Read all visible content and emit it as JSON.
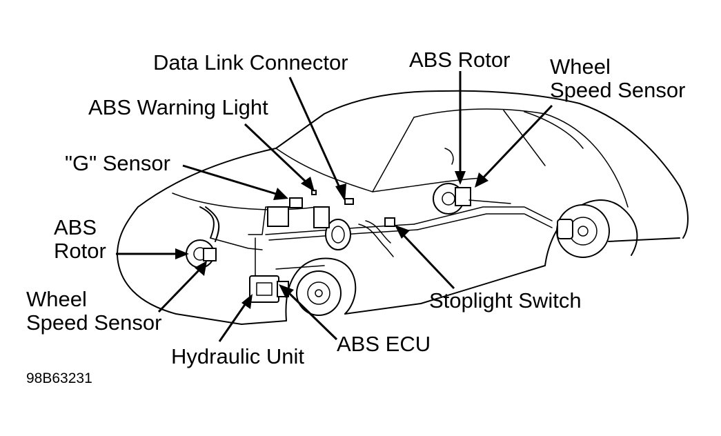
{
  "labels": {
    "data_link_connector": "Data Link Connector",
    "abs_rotor_rear": "ABS Rotor",
    "wheel_speed_sensor_rear_1": "Wheel",
    "wheel_speed_sensor_rear_2": "Speed Sensor",
    "abs_warning_light": "ABS Warning Light",
    "g_sensor": "\"G\" Sensor",
    "abs_rotor_front_1": "ABS",
    "abs_rotor_front_2": "Rotor",
    "wheel_speed_sensor_front_1": "Wheel",
    "wheel_speed_sensor_front_2": "Speed Sensor",
    "stoplight_switch": "Stoplight Switch",
    "hydraulic_unit": "Hydraulic Unit",
    "abs_ecu": "ABS ECU",
    "figure_id": "98B63231"
  },
  "colors": {
    "ink": "#000000",
    "paper": "#ffffff"
  }
}
